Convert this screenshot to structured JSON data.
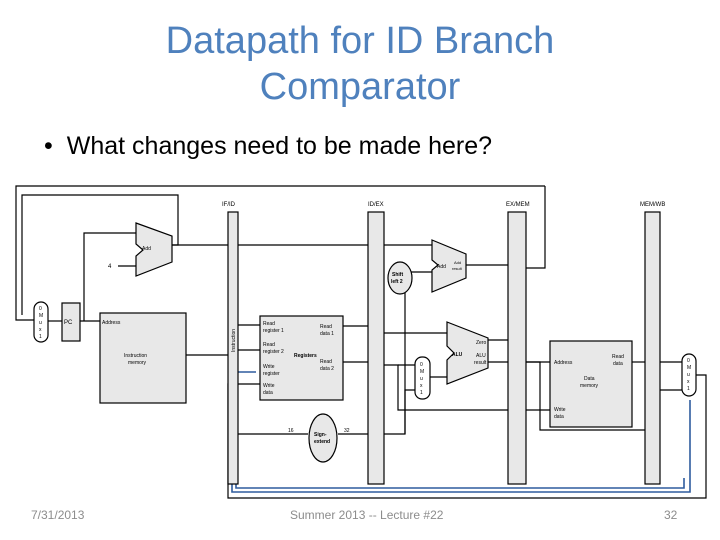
{
  "slide": {
    "title_line1": "Datapath for ID Branch",
    "title_line2": "Comparator",
    "bullet": "What changes need to be made here?"
  },
  "footer": {
    "date": "7/31/2013",
    "center": "Summer 2013 -- Lecture #22",
    "page": "32"
  },
  "diagram": {
    "pipeline_registers": [
      "IF/ID",
      "ID/EX",
      "EX/MEM",
      "MEM/WB"
    ],
    "instruction_label": "Instruction",
    "mux_label": [
      "0",
      "M",
      "u",
      "x",
      "1"
    ],
    "pc": "PC",
    "add_pc": "Add",
    "const_4": "4",
    "shift_left_2": [
      "Shift",
      "left 2"
    ],
    "add_branch": "Add",
    "add_result": [
      "Add",
      "result"
    ],
    "address": "Address",
    "instruction_memory": [
      "Instruction",
      "memory"
    ],
    "registers": {
      "read_reg1": [
        "Read",
        "register 1"
      ],
      "read_reg2": [
        "Read",
        "register 2"
      ],
      "write_reg": [
        "Write",
        "register"
      ],
      "write_data": [
        "Write",
        "data"
      ],
      "read_data1": [
        "Read",
        "data 1"
      ],
      "read_data2": [
        "Read",
        "data 2"
      ],
      "name": "Registers"
    },
    "alu": "ALU",
    "zero": "Zero",
    "alu_result": [
      "ALU",
      "result"
    ],
    "data_memory": {
      "address": "Address",
      "read_data": [
        "Read",
        "data"
      ],
      "name": [
        "Data",
        "memory"
      ],
      "write_data": [
        "Write",
        "data"
      ]
    },
    "sign_extend": [
      "Sign-",
      "extend"
    ],
    "width_16": "16",
    "width_32": "32",
    "accent_color": "#2E5C9E"
  }
}
